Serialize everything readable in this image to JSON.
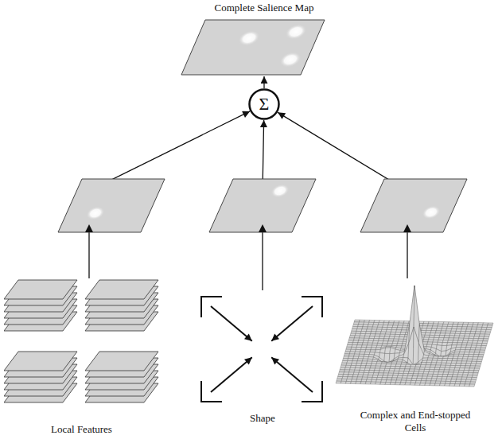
{
  "diagram": {
    "nodes": [
      {
        "text": [
          "Complete Salience Map"
        ]
      },
      {
        "text": [
          "Σ"
        ]
      },
      {
        "text": [
          "Local Features"
        ]
      },
      {
        "text": [
          "Shape"
        ]
      },
      {
        "text": [
          "Complex and End-stopped Cells"
        ]
      }
    ],
    "edges": [
      {
        "from": 2,
        "to": 1,
        "arrow": "to"
      },
      {
        "from": 3,
        "to": 1,
        "arrow": "to"
      },
      {
        "from": 4,
        "to": 1,
        "arrow": "to"
      },
      {
        "from": 1,
        "to": 0,
        "arrow": "to"
      }
    ]
  }
}
